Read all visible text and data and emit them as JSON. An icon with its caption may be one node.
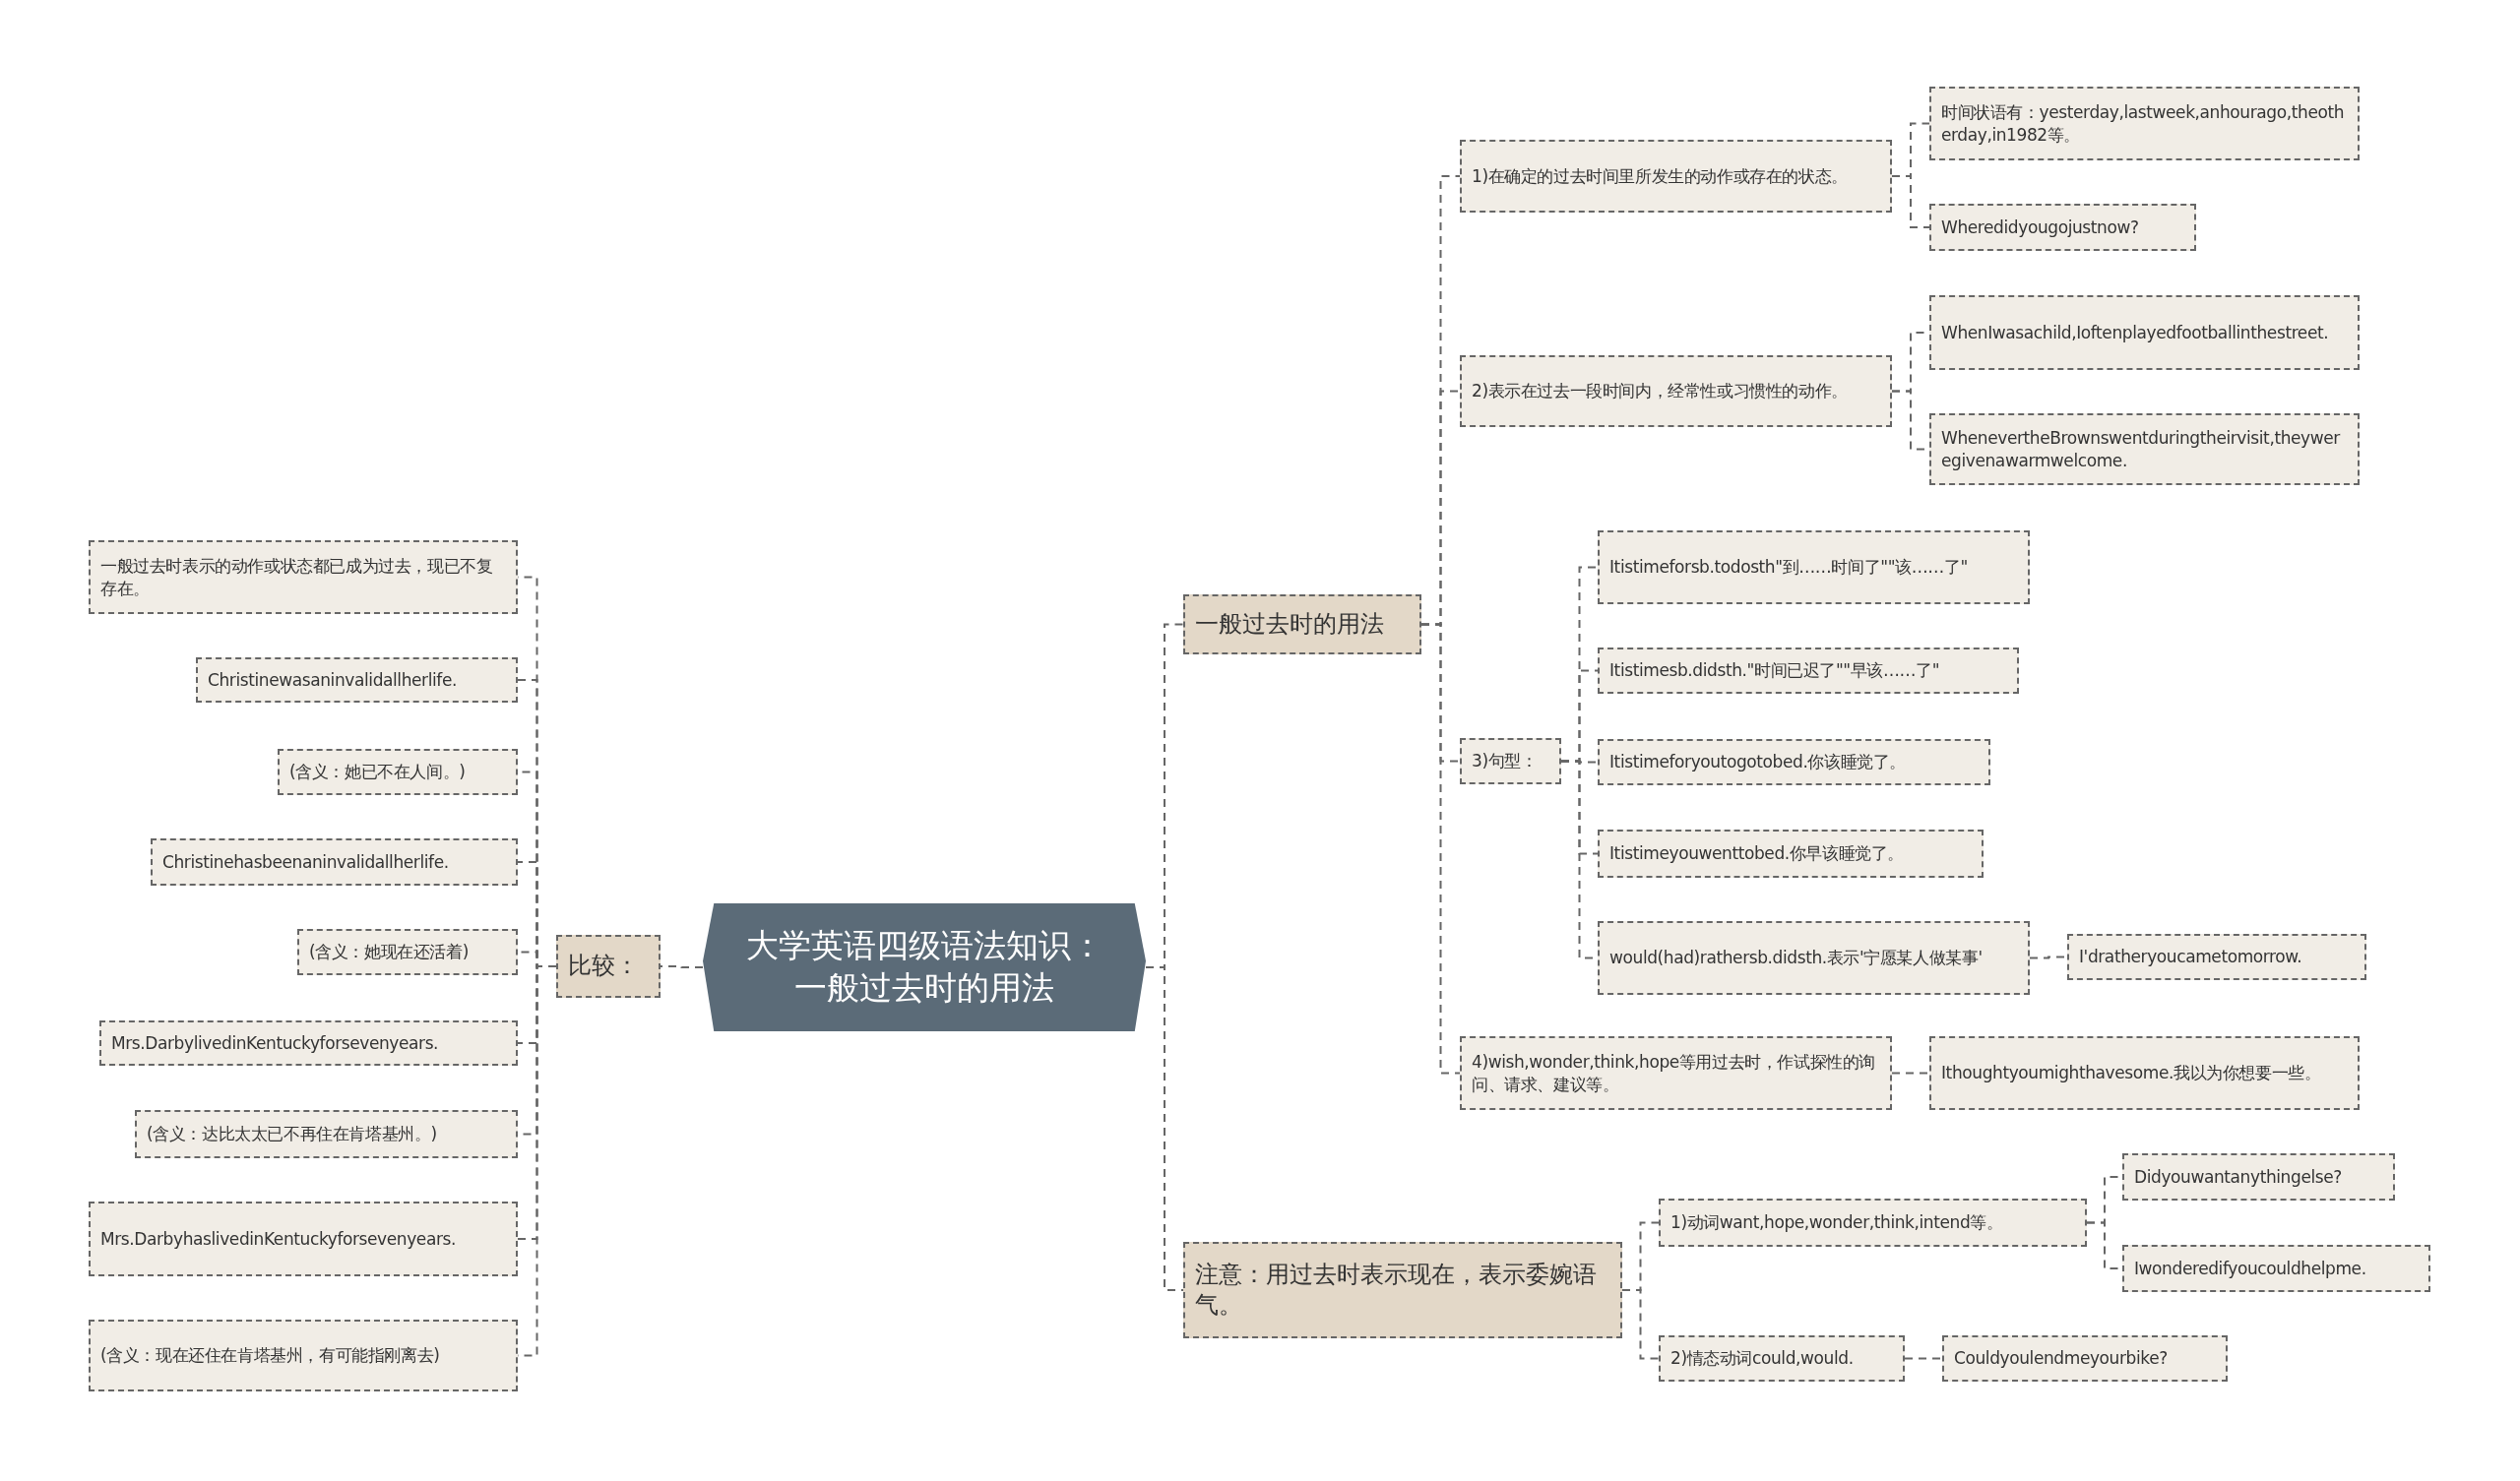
{
  "diagram": {
    "nodes": [
      {
        "text": [
          "大学英语四级语法知识：一般过去时的用法"
        ]
      },
      {
        "text": [
          "一般过去时的用法"
        ]
      },
      {
        "text": [
          "1)在确定的过去时间里所发生的动作或存在的状态。"
        ]
      },
      {
        "text": [
          "时间状语有：yesterday,lastweek,anhourago,theotherday,in1982等。"
        ]
      },
      {
        "text": [
          "Wheredidyougojustnow?"
        ]
      },
      {
        "text": [
          "2)表示在过去一段时间内，经常性或习惯性的动作。"
        ]
      },
      {
        "text": [
          "WhenIwasachild,Ioftenplayedfootballinthestreet."
        ]
      },
      {
        "text": [
          "WhenevertheBrownswentduringtheirvisit,theyweregivenawarmwelcome."
        ]
      },
      {
        "text": [
          "3)句型："
        ]
      },
      {
        "text": [
          "Itistimeforsb.todosth\"到……时间了\"\"该……了\""
        ]
      },
      {
        "text": [
          "Itistimesb.didsth.\"时间已迟了\"\"早该……了\""
        ]
      },
      {
        "text": [
          "Itistimeforyoutogotobed.你该睡觉了。"
        ]
      },
      {
        "text": [
          "Itistimeyouwenttobed.你早该睡觉了。"
        ]
      },
      {
        "text": [
          "would(had)rathersb.didsth.表示'宁愿某人做某事'"
        ]
      },
      {
        "text": [
          "I'dratheryoucametomorrow."
        ]
      },
      {
        "text": [
          "4)wish,wonder,think,hope等用过去时，作试探性的询问、请求、建议等。"
        ]
      },
      {
        "text": [
          "Ithoughtyoumighthavesome.我以为你想要一些。"
        ]
      },
      {
        "text": [
          "注意：用过去时表示现在，表示委婉语气。"
        ]
      },
      {
        "text": [
          "1)动词want,hope,wonder,think,intend等。"
        ]
      },
      {
        "text": [
          "Didyouwantanythingelse?"
        ]
      },
      {
        "text": [
          "Iwonderedifyoucouldhelpme."
        ]
      },
      {
        "text": [
          "2)情态动词could,would."
        ]
      },
      {
        "text": [
          "Couldyoulendmeyourbike?"
        ]
      },
      {
        "text": [
          "比较："
        ]
      },
      {
        "text": [
          "一般过去时表示的动作或状态都已成为过去，现已不复存在。"
        ]
      },
      {
        "text": [
          "Christinewasaninvalidallherlife."
        ]
      },
      {
        "text": [
          "(含义：她已不在人间。)"
        ]
      },
      {
        "text": [
          "Christinehasbeenaninvalidallherlife."
        ]
      },
      {
        "text": [
          "(含义：她现在还活着)"
        ]
      },
      {
        "text": [
          "Mrs.DarbylivedinKentuckyforsevenyears."
        ]
      },
      {
        "text": [
          "(含义：达比太太已不再住在肯塔基州。)"
        ]
      },
      {
        "text": [
          "Mrs.DarbyhaslivedinKentuckyforsevenyears."
        ]
      },
      {
        "text": [
          "(含义：现在还住在肯塔基州，有可能指刚离去)"
        ]
      }
    ],
    "edges": [
      {
        "from": 0,
        "to": 1,
        "arrow": "none"
      },
      {
        "from": 1,
        "to": 2,
        "arrow": "none"
      },
      {
        "from": 2,
        "to": 3,
        "arrow": "none"
      },
      {
        "from": 2,
        "to": 4,
        "arrow": "none"
      },
      {
        "from": 1,
        "to": 5,
        "arrow": "none"
      },
      {
        "from": 5,
        "to": 6,
        "arrow": "none"
      },
      {
        "from": 5,
        "to": 7,
        "arrow": "none"
      },
      {
        "from": 1,
        "to": 8,
        "arrow": "none"
      },
      {
        "from": 8,
        "to": 9,
        "arrow": "none"
      },
      {
        "from": 8,
        "to": 10,
        "arrow": "none"
      },
      {
        "from": 8,
        "to": 11,
        "arrow": "none"
      },
      {
        "from": 8,
        "to": 12,
        "arrow": "none"
      },
      {
        "from": 8,
        "to": 13,
        "arrow": "none"
      },
      {
        "from": 13,
        "to": 14,
        "arrow": "none"
      },
      {
        "from": 1,
        "to": 15,
        "arrow": "none"
      },
      {
        "from": 15,
        "to": 16,
        "arrow": "none"
      },
      {
        "from": 0,
        "to": 17,
        "arrow": "none"
      },
      {
        "from": 17,
        "to": 18,
        "arrow": "none"
      },
      {
        "from": 18,
        "to": 19,
        "arrow": "none"
      },
      {
        "from": 18,
        "to": 20,
        "arrow": "none"
      },
      {
        "from": 17,
        "to": 21,
        "arrow": "none"
      },
      {
        "from": 21,
        "to": 22,
        "arrow": "none"
      },
      {
        "from": 0,
        "to": 23,
        "arrow": "none"
      },
      {
        "from": 23,
        "to": 24,
        "arrow": "none"
      },
      {
        "from": 23,
        "to": 25,
        "arrow": "none"
      },
      {
        "from": 23,
        "to": 26,
        "arrow": "none"
      },
      {
        "from": 23,
        "to": 27,
        "arrow": "none"
      },
      {
        "from": 23,
        "to": 28,
        "arrow": "none"
      },
      {
        "from": 23,
        "to": 29,
        "arrow": "none"
      },
      {
        "from": 23,
        "to": 30,
        "arrow": "none"
      },
      {
        "from": 23,
        "to": 31,
        "arrow": "none"
      },
      {
        "from": 23,
        "to": 32,
        "arrow": "none"
      }
    ]
  }
}
